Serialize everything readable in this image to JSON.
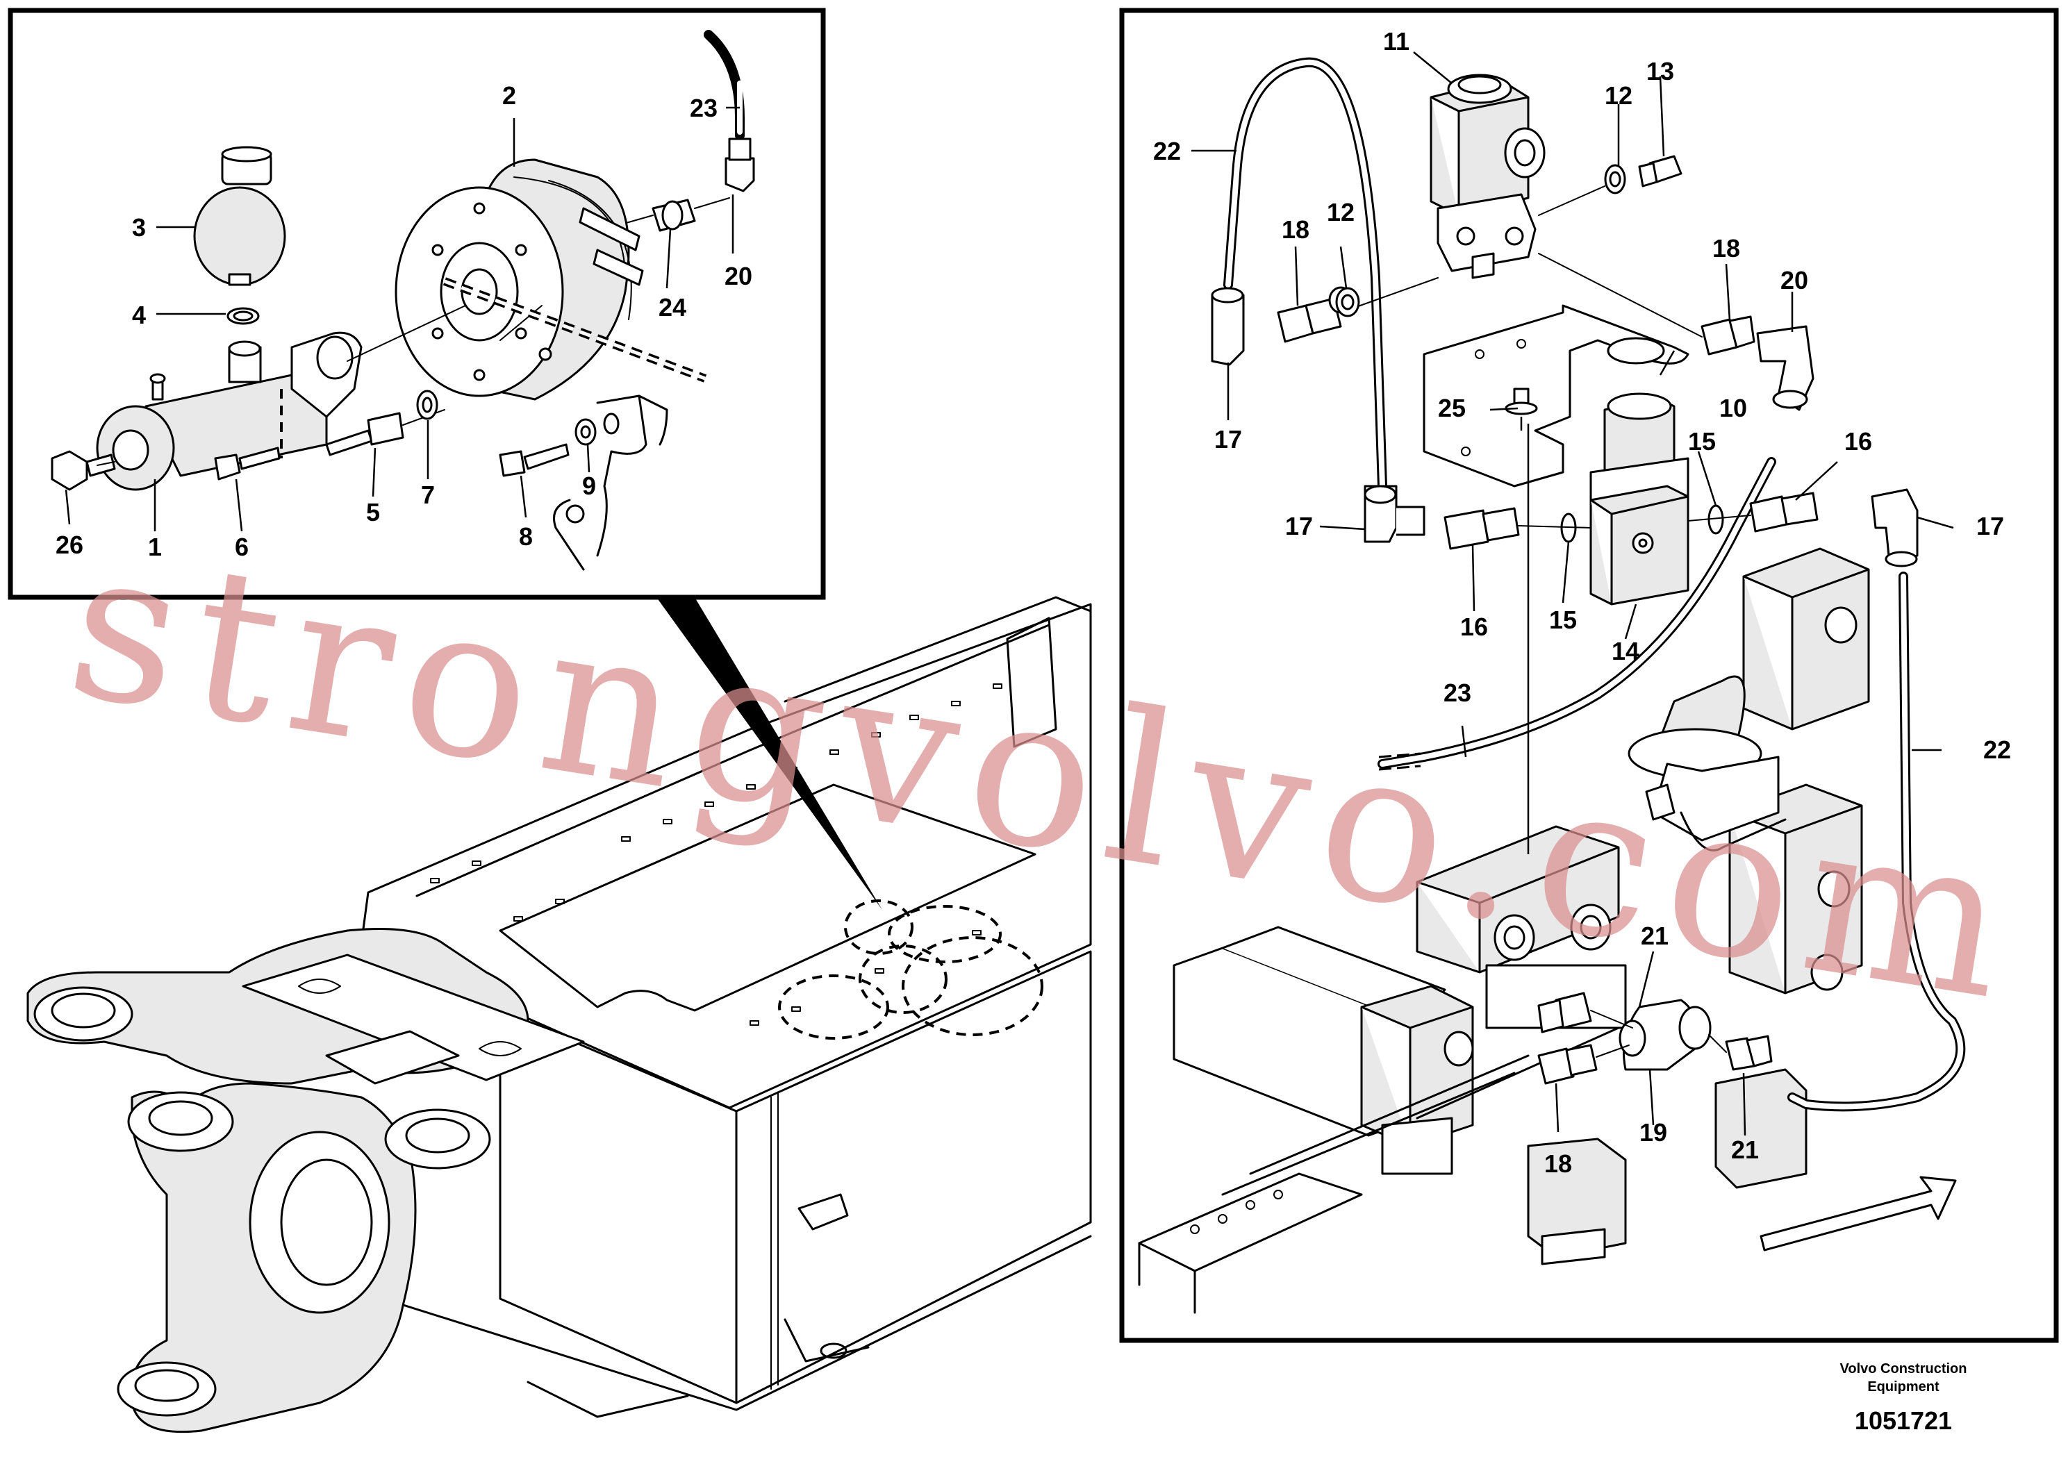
{
  "watermark": "strongvolvo.com",
  "footer": {
    "brand_line1": "Volvo Construction",
    "brand_line2": "Equipment",
    "drawing_number": "1051721"
  },
  "left_inset": {
    "callouts": [
      "1",
      "2",
      "3",
      "4",
      "5",
      "6",
      "7",
      "8",
      "9",
      "20",
      "23",
      "24",
      "26"
    ]
  },
  "right_inset": {
    "callouts": [
      "10",
      "11",
      "12",
      "12",
      "13",
      "14",
      "15",
      "15",
      "16",
      "16",
      "17",
      "17",
      "17",
      "18",
      "18",
      "18",
      "19",
      "20",
      "21",
      "21",
      "22",
      "22",
      "23",
      "25"
    ]
  }
}
